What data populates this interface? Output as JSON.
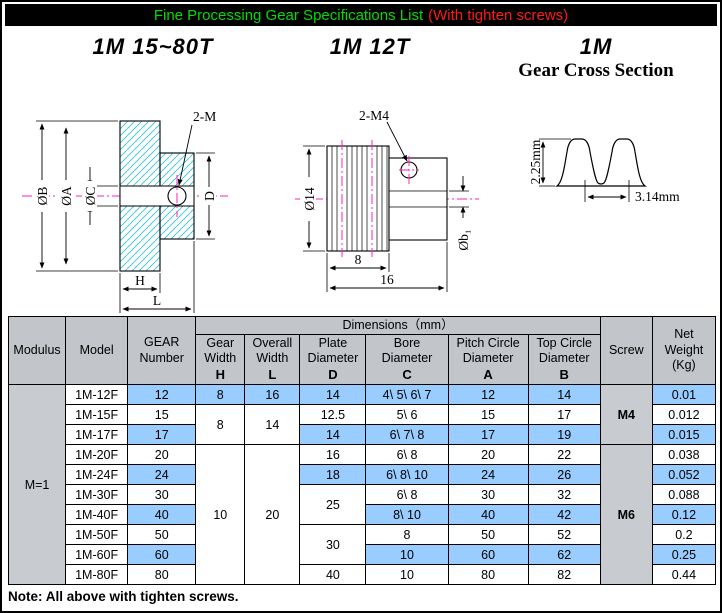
{
  "title": {
    "main": "Fine Processing Gear Specifications List",
    "suffix": "(With tighten screws)"
  },
  "drawings": {
    "d1": {
      "title": "1M 15~80T",
      "labels": {
        "hole": "2-M",
        "dia_b": "ØB",
        "dia_a": "ØA",
        "dia_c": "ØC",
        "d": "D",
        "h": "H",
        "l": "L"
      }
    },
    "d2": {
      "title": "1M 12T",
      "labels": {
        "hole": "2-M4",
        "dia14": "Ø14",
        "w8": "8",
        "w16": "16",
        "bore": "Øb₁"
      }
    },
    "d3": {
      "title_line1": "1M",
      "title_line2": "Gear Cross Section",
      "labels": {
        "depth": "2.25mm",
        "pitch": "3.14mm"
      }
    }
  },
  "table": {
    "dimensions_header": "Dimensions（mm）",
    "columns": {
      "modulus": "Modulus",
      "model": "Model",
      "gear_l1": "GEAR",
      "gear_l2": "Number",
      "gw_l1": "Gear",
      "gw_l2": "Width",
      "gw_sym": "H",
      "ow_l1": "Overall",
      "ow_l2": "Width",
      "ow_sym": "L",
      "pd_l1": "Plate",
      "pd_l2": "Diameter",
      "pd_sym": "D",
      "bd_l1": "Bore",
      "bd_l2": "Diameter",
      "bd_sym": "C",
      "pc_l1": "Pitch Circle",
      "pc_l2": "Diameter",
      "pc_sym": "A",
      "tc_l1": "Top Circle",
      "tc_l2": "Diameter",
      "tc_sym": "B",
      "screw": "Screw",
      "nw_l1": "Net",
      "nw_l2": "Weight",
      "nw_l3": "(Kg)"
    },
    "modulus_value": "M=1",
    "screw_m4": "M4",
    "screw_m6": "M6",
    "rows": [
      {
        "model": "1M-12F",
        "gear_number": "12",
        "h": "8",
        "l": "16",
        "d": "14",
        "c": "4\\ 5\\ 6\\ 7",
        "a": "12",
        "b": "14",
        "weight": "0.01"
      },
      {
        "model": "1M-15F",
        "gear_number": "15",
        "h": "8",
        "l": "14",
        "d": "12.5",
        "c": "5\\ 6",
        "a": "15",
        "b": "17",
        "weight": "0.012"
      },
      {
        "model": "1M-17F",
        "gear_number": "17",
        "d": "14",
        "c": "6\\ 7\\ 8",
        "a": "17",
        "b": "19",
        "weight": "0.015"
      },
      {
        "model": "1M-20F",
        "gear_number": "20",
        "h": "10",
        "l": "20",
        "d": "16",
        "c": "6\\ 8",
        "a": "20",
        "b": "22",
        "weight": "0.038"
      },
      {
        "model": "1M-24F",
        "gear_number": "24",
        "d": "18",
        "c": "6\\ 8\\ 10",
        "a": "24",
        "b": "26",
        "weight": "0.052"
      },
      {
        "model": "1M-30F",
        "gear_number": "30",
        "d": "25",
        "c": "6\\ 8",
        "a": "30",
        "b": "32",
        "weight": "0.088"
      },
      {
        "model": "1M-40F",
        "gear_number": "40",
        "c": "8\\ 10",
        "a": "40",
        "b": "42",
        "weight": "0.12"
      },
      {
        "model": "1M-50F",
        "gear_number": "50",
        "d": "30",
        "c": "8",
        "a": "50",
        "b": "52",
        "weight": "0.2"
      },
      {
        "model": "1M-60F",
        "gear_number": "60",
        "c": "10",
        "a": "60",
        "b": "62",
        "weight": "0.25"
      },
      {
        "model": "1M-80F",
        "gear_number": "80",
        "d": "40",
        "c": "10",
        "a": "80",
        "b": "82",
        "weight": "0.44"
      }
    ]
  },
  "note": "Note: All above with tighten screws.",
  "colors": {
    "highlight_blue": "#99ccff",
    "header_gray": "#c2c6ca",
    "title_green": "#00dd00",
    "title_red": "#ff1a1a",
    "hatch_cyan": "#2fc4dc",
    "centerline_pink": "#ff22bb"
  }
}
